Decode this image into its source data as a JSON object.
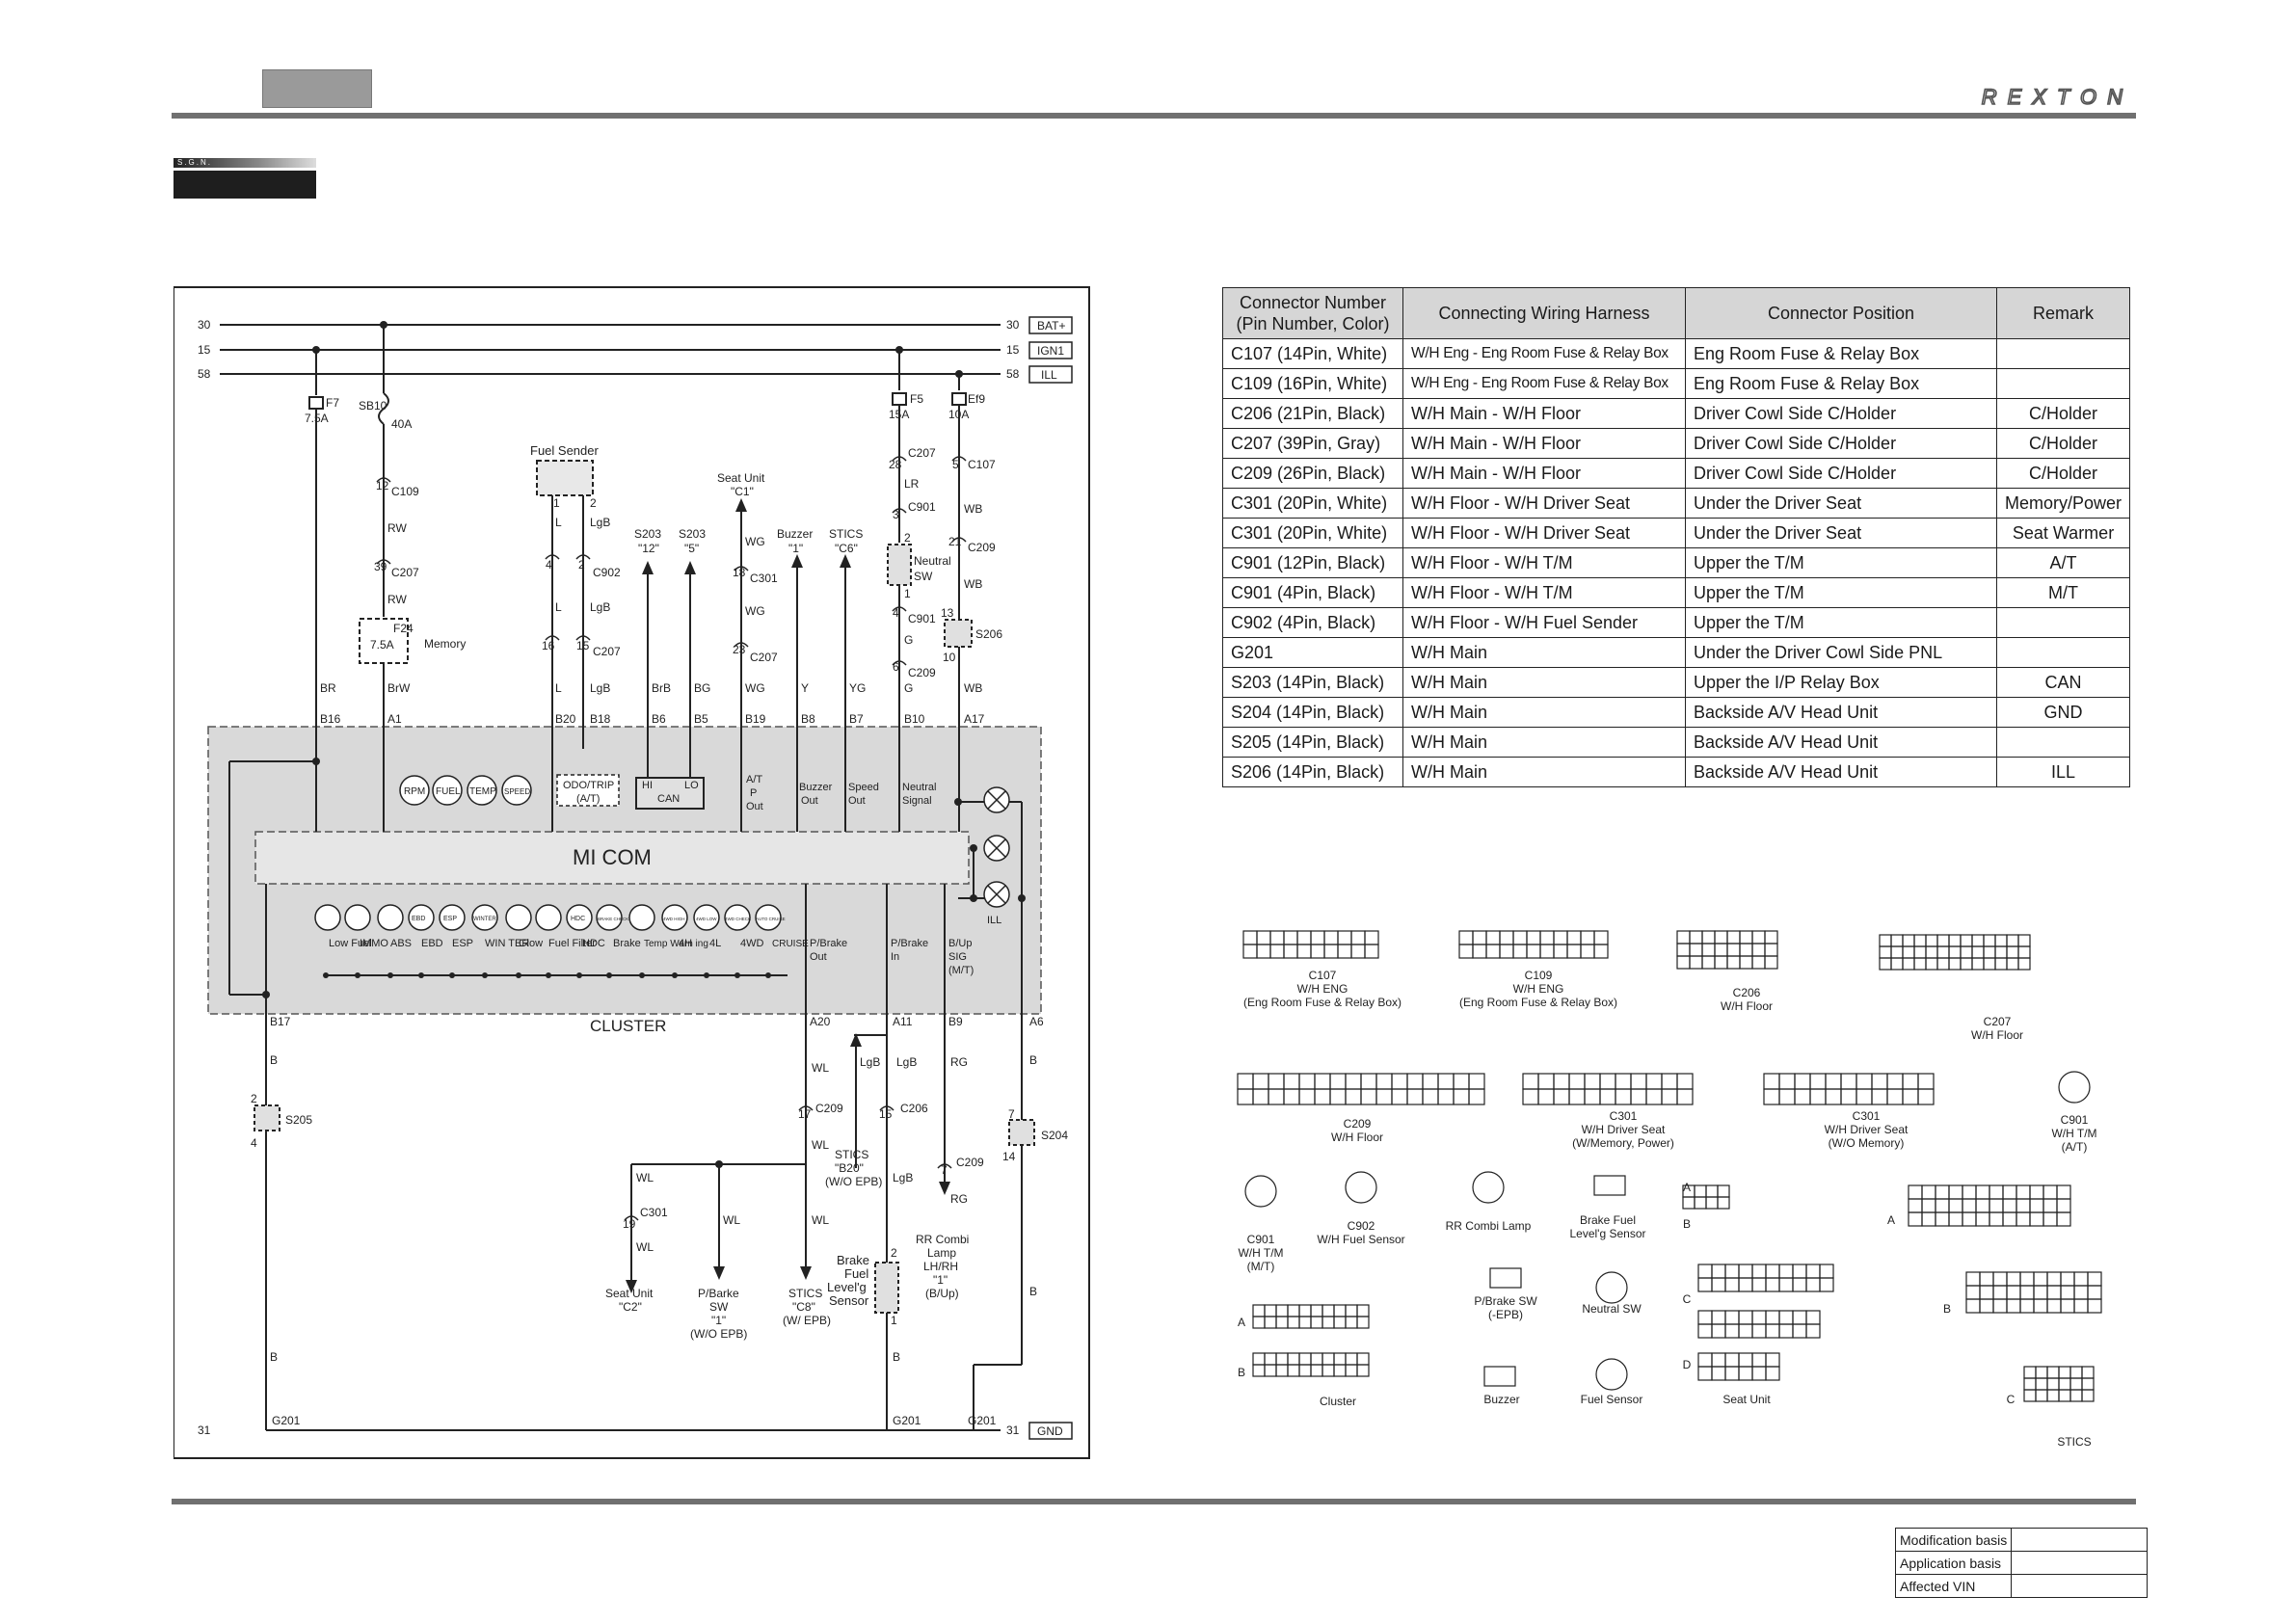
{
  "header": {
    "brand": "REXTON",
    "section_badge": "S.G.N."
  },
  "diagram": {
    "cluster_label": "CLUSTER",
    "micom_label": "MI COM",
    "bus": [
      {
        "id": "30",
        "right": "BAT+"
      },
      {
        "id": "15",
        "right": "IGN1"
      },
      {
        "id": "58",
        "right": "ILL"
      }
    ],
    "ground_id": "31",
    "ground_right": "GND",
    "labels": {
      "f7": "F7",
      "f7a": "7.5A",
      "sb10": "SB10",
      "sb10a": "40A",
      "c109": "C109",
      "c107": "C107",
      "rw": "RW",
      "c207": "C207",
      "f24": "F24",
      "f24a": "7.5A",
      "memory": "Memory",
      "br": "BR",
      "brw": "BrW",
      "b16": "B16",
      "a1": "A1",
      "fuel_sender": "Fuel Sender",
      "c902": "C902",
      "l": "L",
      "lgb": "LgB",
      "b20": "B20",
      "b18": "B18",
      "s203a": "S203",
      "s203a_pin": "\"12\"",
      "s203b": "S203",
      "s203b_pin": "\"5\"",
      "brb": "BrB",
      "bg": "BG",
      "b6": "B6",
      "b5": "B5",
      "seat_unit": "Seat Unit",
      "seat_unit_pin": "\"C1\"",
      "wg": "WG",
      "c301": "C301",
      "b19": "B19",
      "buzzer": "Buzzer",
      "buzzer_pin": "\"1\"",
      "y": "Y",
      "b8": "B8",
      "stics": "STICS",
      "stics_pin": "\"C6\"",
      "yg": "YG",
      "b7": "B7",
      "f5": "F5",
      "f5a": "15A",
      "ef9": "Ef9",
      "ef9a": "10A",
      "lr": "LR",
      "c901": "C901",
      "neutral": "Neutral",
      "sw": "SW",
      "g": "G",
      "c209": "C209",
      "b10": "B10",
      "wb": "WB",
      "s206": "S206",
      "a17": "A17",
      "hi": "HI",
      "lo": "LO",
      "can": "CAN",
      "odo": "ODO/TRIP",
      "at": "(A/T)",
      "at_out": "A/T",
      "p": "P",
      "out": "Out",
      "buzzer_out": "Buzzer",
      "speed_out": "Speed",
      "neutral_sig": "Neutral",
      "signal": "Signal",
      "ill": "ILL",
      "b17": "B17",
      "a20": "A20",
      "a11": "A11",
      "b9": "B9",
      "a6": "A6",
      "b": "B",
      "wl": "WL",
      "rg": "RG",
      "s205": "S205",
      "s204": "S204",
      "c206": "C206",
      "g201": "G201",
      "stics_b20": "STICS",
      "stics_b20_pin": "\"B20\"",
      "wo_epb": "(W/O EPB)",
      "seat_c2": "Seat Unit",
      "seat_c2_pin": "\"C2\"",
      "pbrake_sw": "P/Barke",
      "sw2": "SW",
      "pin1": "\"1\"",
      "wo_epb2": "(W/O EPB)",
      "stics_c8": "STICS",
      "stics_c8_pin": "\"C8\"",
      "w_epb": "(W/ EPB)",
      "brake_fuel": "Brake",
      "fuel": "Fuel",
      "levelg": "Level'g",
      "sensor": "Sensor",
      "rr_combi": "RR Combi",
      "lamp": "Lamp",
      "lhrh": "LH/RH",
      "pin1b": "\"1\"",
      "bup": "(B/Up)",
      "pbrake_out": "P/Brake",
      "pb_out": "Out",
      "pbrake_in": "P/Brake",
      "pb_in": "In",
      "bup_sig": "B/Up",
      "sig": "SIG",
      "mt": "(M/T)",
      "n4": "4",
      "n2": "2",
      "n1": "1",
      "n12": "12",
      "n39": "39",
      "n28": "28",
      "n3": "3",
      "n5": "5",
      "n21": "21",
      "n13": "13",
      "n10": "10",
      "n6": "6",
      "n16": "16",
      "n15": "15",
      "n18": "18",
      "n23": "23",
      "n17": "17",
      "n19": "19",
      "n7": "7",
      "n14": "14"
    },
    "gauges": [
      "RPM",
      "FUEL",
      "TEMP",
      "SPEED"
    ],
    "indicators": [
      "Low Fuel",
      "IMMO",
      "ABS",
      "EBD",
      "ESP",
      "WIN TER",
      "Glow",
      "Fuel Filter",
      "HDC",
      "Brake",
      "Temp Warn ing",
      "4H",
      "4L",
      "4WD",
      "CRUISE"
    ],
    "icon_texts": [
      "EBD",
      "ESP",
      "WINTER",
      "HDC",
      "BRAKE CHECK",
      "4WD HIGH",
      "4WD LOW",
      "4WD CHECK",
      "AUTO CRUISE"
    ]
  },
  "table": {
    "headers": [
      "Connector Number (Pin Number, Color)",
      "Connecting Wiring Harness",
      "Connector Position",
      "Remark"
    ],
    "rows": [
      [
        "C107 (14Pin, White)",
        "W/H Eng - Eng Room Fuse & Relay Box",
        "Eng Room Fuse & Relay Box",
        ""
      ],
      [
        "C109 (16Pin, White)",
        "W/H Eng - Eng Room Fuse & Relay Box",
        "Eng Room Fuse & Relay Box",
        ""
      ],
      [
        "C206 (21Pin, Black)",
        "W/H Main - W/H Floor",
        "Driver Cowl Side C/Holder",
        "C/Holder"
      ],
      [
        "C207 (39Pin, Gray)",
        "W/H Main - W/H Floor",
        "Driver Cowl Side C/Holder",
        "C/Holder"
      ],
      [
        "C209 (26Pin, Black)",
        "W/H Main - W/H Floor",
        "Driver Cowl Side C/Holder",
        "C/Holder"
      ],
      [
        "C301 (20Pin, White)",
        "W/H Floor - W/H Driver Seat",
        "Under the Driver Seat",
        "Memory/Power"
      ],
      [
        "C301 (20Pin, White)",
        "W/H Floor - W/H Driver Seat",
        "Under the Driver Seat",
        "Seat Warmer"
      ],
      [
        "C901 (12Pin, Black)",
        "W/H Floor - W/H T/M",
        "Upper the T/M",
        "A/T"
      ],
      [
        "C901 (4Pin, Black)",
        "W/H Floor - W/H T/M",
        "Upper the T/M",
        "M/T"
      ],
      [
        "C902 (4Pin, Black)",
        "W/H Floor - W/H Fuel Sender",
        "Upper the T/M",
        ""
      ],
      [
        "G201",
        "W/H Main",
        "Under the Driver Cowl Side PNL",
        ""
      ],
      [
        "S203 (14Pin, Black)",
        "W/H Main",
        "Upper the I/P Relay Box",
        "CAN"
      ],
      [
        "S204 (14Pin, Black)",
        "W/H Main",
        "Backside A/V Head Unit",
        "GND"
      ],
      [
        "S205 (14Pin, Black)",
        "W/H Main",
        "Backside A/V Head Unit",
        ""
      ],
      [
        "S206 (14Pin, Black)",
        "W/H Main",
        "Backside A/V Head Unit",
        "ILL"
      ]
    ]
  },
  "connectors": {
    "c107": {
      "name": "C107",
      "sub": "W/H ENG",
      "sub2": "(Eng Room Fuse & Relay Box)"
    },
    "c109": {
      "name": "C109",
      "sub": "W/H ENG",
      "sub2": "(Eng Room Fuse & Relay Box)"
    },
    "c206": {
      "name": "C206",
      "sub": "W/H Floor"
    },
    "c207": {
      "name": "C207",
      "sub": "W/H Floor"
    },
    "c209": {
      "name": "C209",
      "sub": "W/H Floor"
    },
    "c301a": {
      "name": "C301",
      "sub": "W/H Driver Seat",
      "sub2": "(W/Memory, Power)"
    },
    "c301b": {
      "name": "C301",
      "sub": "W/H Driver Seat",
      "sub2": "(W/O Memory)"
    },
    "c901a": {
      "name": "C901",
      "sub": "W/H T/M",
      "sub2": "(A/T)"
    },
    "c901b": {
      "name": "C901",
      "sub": "W/H T/M",
      "sub2": "(M/T)"
    },
    "c902": {
      "name": "C902",
      "sub": "W/H Fuel Sensor"
    },
    "rrcombi": {
      "name": "RR Combi Lamp"
    },
    "brakefuel": {
      "name": "Brake Fuel",
      "sub": "Level'g Sensor"
    },
    "pbrake": {
      "name": "P/Brake SW",
      "sub": "(-EPB)"
    },
    "neutral": {
      "name": "Neutral SW"
    },
    "cluster": {
      "name": "Cluster"
    },
    "buzzer": {
      "name": "Buzzer"
    },
    "fuelsensor": {
      "name": "Fuel Sensor"
    },
    "seatunit": {
      "name": "Seat Unit"
    },
    "stics": {
      "name": "STICS"
    },
    "row_a": "A",
    "row_b": "B",
    "row_c": "C",
    "row_d": "D"
  },
  "footer": {
    "modification": "Modification basis",
    "application": "Application basis",
    "vin": "Affected VIN"
  }
}
